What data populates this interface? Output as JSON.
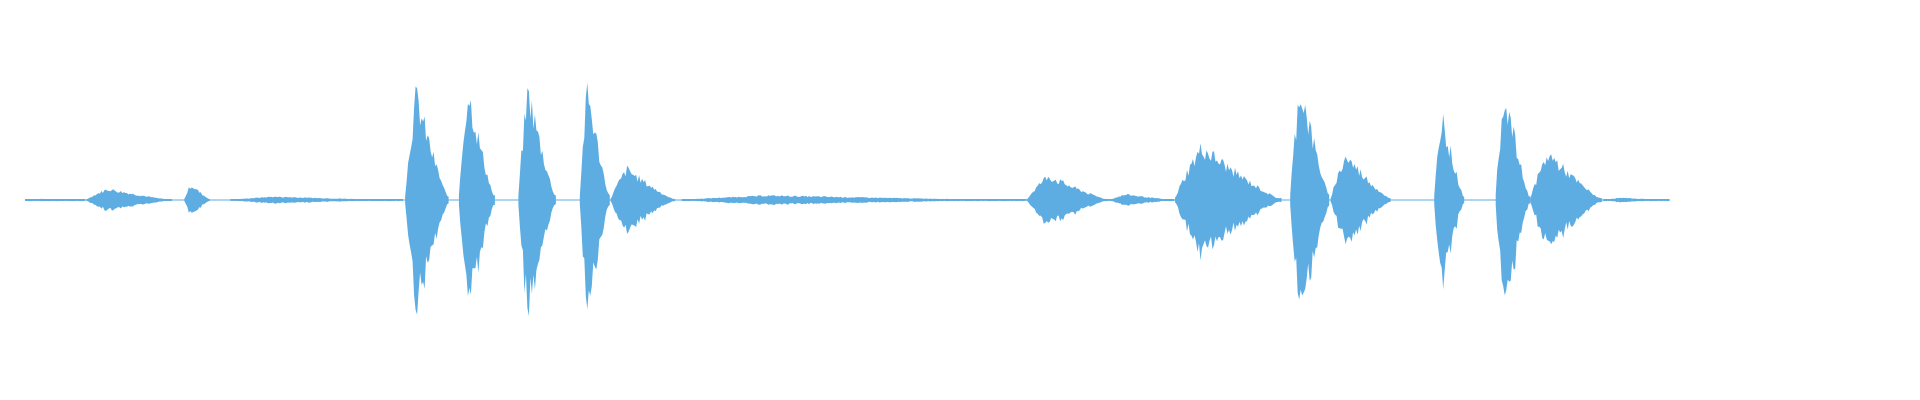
{
  "waveform": {
    "color": "#5dade2",
    "background": "#ffffff",
    "amplitude_scale": 1.0,
    "segments": [
      {
        "start": 0.013,
        "end": 0.045,
        "peak": 0.01
      },
      {
        "start": 0.045,
        "end": 0.09,
        "peak": 0.1
      },
      {
        "start": 0.096,
        "end": 0.11,
        "peak": 0.14
      },
      {
        "start": 0.12,
        "end": 0.21,
        "peak": 0.03
      },
      {
        "start": 0.211,
        "end": 0.234,
        "peak": 0.95
      },
      {
        "start": 0.239,
        "end": 0.258,
        "peak": 1.0
      },
      {
        "start": 0.27,
        "end": 0.29,
        "peak": 1.0
      },
      {
        "start": 0.302,
        "end": 0.318,
        "peak": 1.0
      },
      {
        "start": 0.318,
        "end": 0.352,
        "peak": 0.28
      },
      {
        "start": 0.355,
        "end": 0.535,
        "peak": 0.04
      },
      {
        "start": 0.535,
        "end": 0.578,
        "peak": 0.22
      },
      {
        "start": 0.578,
        "end": 0.612,
        "peak": 0.05
      },
      {
        "start": 0.612,
        "end": 0.668,
        "peak": 0.48
      },
      {
        "start": 0.672,
        "end": 0.693,
        "peak": 1.05
      },
      {
        "start": 0.693,
        "end": 0.725,
        "peak": 0.4
      },
      {
        "start": 0.747,
        "end": 0.763,
        "peak": 0.78
      },
      {
        "start": 0.779,
        "end": 0.797,
        "peak": 1.0
      },
      {
        "start": 0.797,
        "end": 0.835,
        "peak": 0.42
      },
      {
        "start": 0.835,
        "end": 0.87,
        "peak": 0.02
      }
    ]
  }
}
